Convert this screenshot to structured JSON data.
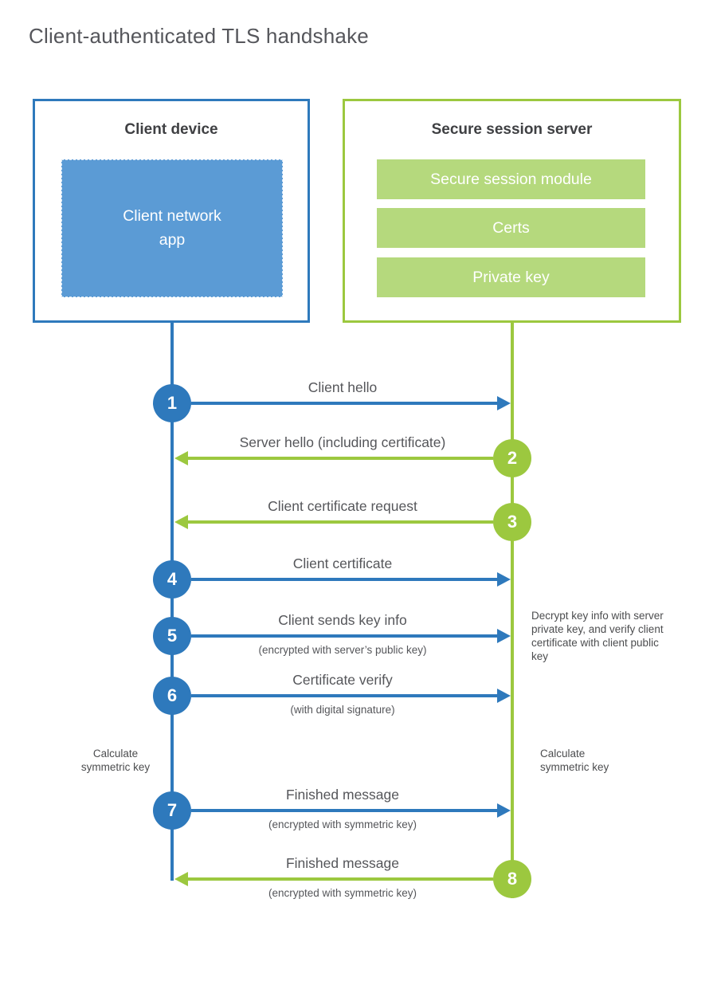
{
  "title": "Client-authenticated TLS handshake",
  "colors": {
    "blue": "#2e79bc",
    "blue_fill": "#5b9bd5",
    "green": "#9cc83f",
    "green_fill": "#b5d97d"
  },
  "client_box": {
    "heading": "Client device",
    "app_label": "Client network app"
  },
  "server_box": {
    "heading": "Secure session server",
    "modules": [
      "Secure session module",
      "Certs",
      "Private key"
    ]
  },
  "steps": [
    {
      "num": "1",
      "from": "client",
      "label": "Client hello",
      "sub": ""
    },
    {
      "num": "2",
      "from": "server",
      "label": "Server hello (including certificate)",
      "sub": ""
    },
    {
      "num": "3",
      "from": "server",
      "label": "Client certificate request",
      "sub": ""
    },
    {
      "num": "4",
      "from": "client",
      "label": "Client certificate",
      "sub": ""
    },
    {
      "num": "5",
      "from": "client",
      "label": "Client sends key info",
      "sub": "(encrypted with server’s public key)"
    },
    {
      "num": "6",
      "from": "client",
      "label": "Certificate verify",
      "sub": "(with digital signature)"
    },
    {
      "num": "7",
      "from": "client",
      "label": "Finished message",
      "sub": "(encrypted with symmetric key)"
    },
    {
      "num": "8",
      "from": "server",
      "label": "Finished message",
      "sub": "(encrypted with symmetric key)"
    }
  ],
  "notes": {
    "decrypt": "Decrypt key info with server private key, and verify client certificate with client public key",
    "calc_left": "Calculate symmetric key",
    "calc_right": "Calculate symmetric key"
  }
}
